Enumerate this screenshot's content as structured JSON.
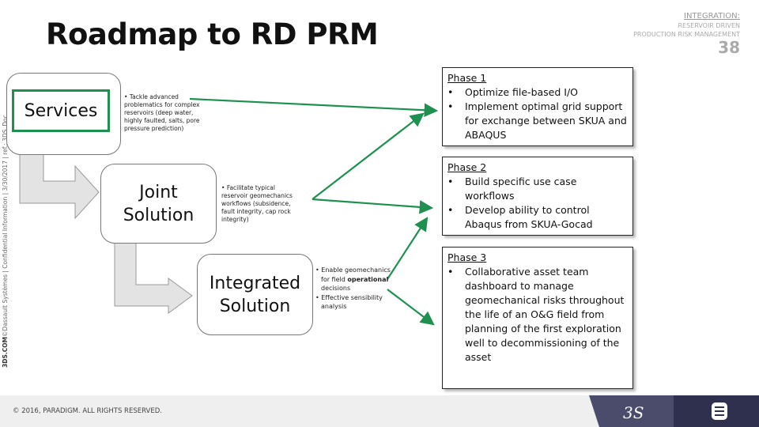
{
  "title": "Roadmap to RD PRM",
  "header": {
    "section": "INTEGRATION:",
    "line1": "RESERVOIR DRIVEN",
    "line2": "PRODUCTION RISK MANAGEMENT",
    "page": "38"
  },
  "side_text": {
    "bold": "3DS.COM",
    "rest": "©Dassault Systèmes | Confidential Information | 3/30/2017 | ref.: 3DS_Doc"
  },
  "stages": [
    {
      "label": "Services",
      "note": [
        "Tackle advanced problematics for complex reservoirs (deep water, highly faulted, salts, pore pressure prediction)"
      ]
    },
    {
      "label_1": "Joint",
      "label_2": "Solution",
      "note": [
        "Facilitate typical reservoir geomechanics workflows (subsidence, fault integrity, cap rock integrity)"
      ]
    },
    {
      "label_1": "Integrated",
      "label_2": "Solution",
      "note_1a": "Enable geomechanics for field ",
      "note_1b": "operational",
      "note_1c": " decisions",
      "note_2": "Effective sensibility analysis"
    }
  ],
  "phases": [
    {
      "title": "Phase 1",
      "items": [
        "Optimize file-based I/O",
        "Implement optimal grid support for exchange between SKUA and ABAQUS"
      ]
    },
    {
      "title": "Phase 2",
      "items": [
        "Build specific use case workflows",
        "Develop ability to control Abaqus from SKUA-Gocad"
      ]
    },
    {
      "title": "Phase 3",
      "items": [
        "Collaborative asset team dashboard to manage geomechanical risks throughout the life of an O&G field from planning of the first exploration well to decommissioning of the asset"
      ]
    }
  ],
  "footer": {
    "copyright": "© 2016, PARADIGM. ALL RIGHTS RESERVED.",
    "logo1": "3DS",
    "logo2": "paradigm-logo"
  },
  "colors": {
    "arrow_green": "#1e9150",
    "box_green": "#1e9150",
    "footer_dark": "#2f2f4e",
    "footer_mid": "#4b4b6b"
  }
}
